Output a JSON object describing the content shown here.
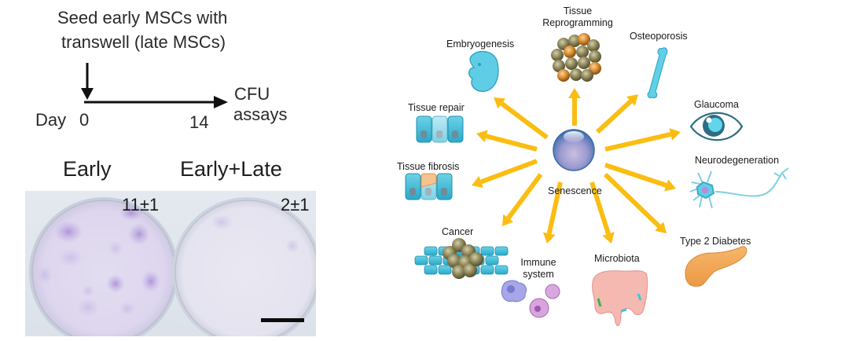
{
  "left_panel": {
    "protocol": {
      "line1": "Seed early MSCs with",
      "line2": "transwell  (late MSCs)",
      "timeline_label": "Day",
      "day_start": "0",
      "day_end": "14",
      "endpoint_line1": "CFU",
      "endpoint_line2": "assays"
    },
    "conditions": [
      {
        "label": "Early",
        "count": "11±1"
      },
      {
        "label": "Early+Late",
        "count": "2±1"
      }
    ],
    "stain_color": "#9b7fd0"
  },
  "right_panel": {
    "center_label": "Senescence",
    "arrow_color": "#fbbd11",
    "outcomes": [
      {
        "label_lines": [
          "Tissue",
          "Reprogramming"
        ],
        "icon": "cell-cluster-icon"
      },
      {
        "label_lines": [
          "Osteoporosis"
        ],
        "icon": "bone-icon"
      },
      {
        "label_lines": [
          "Glaucoma"
        ],
        "icon": "eye-icon"
      },
      {
        "label_lines": [
          "Neurodegeneration"
        ],
        "icon": "neuron-icon"
      },
      {
        "label_lines": [
          "Type 2 Diabetes"
        ],
        "icon": "pancreas-icon"
      },
      {
        "label_lines": [
          "Microbiota"
        ],
        "icon": "intestine-icon"
      },
      {
        "label_lines": [
          "Immune",
          "system"
        ],
        "icon": "immune-cells-icon"
      },
      {
        "label_lines": [
          "Cancer"
        ],
        "icon": "tumor-icon"
      },
      {
        "label_lines": [
          "Tissue fibrosis"
        ],
        "icon": "fibrotic-tissue-icon"
      },
      {
        "label_lines": [
          "Tissue repair"
        ],
        "icon": "epithelium-icon"
      },
      {
        "label_lines": [
          "Embryogenesis"
        ],
        "icon": "embryo-icon"
      }
    ]
  }
}
